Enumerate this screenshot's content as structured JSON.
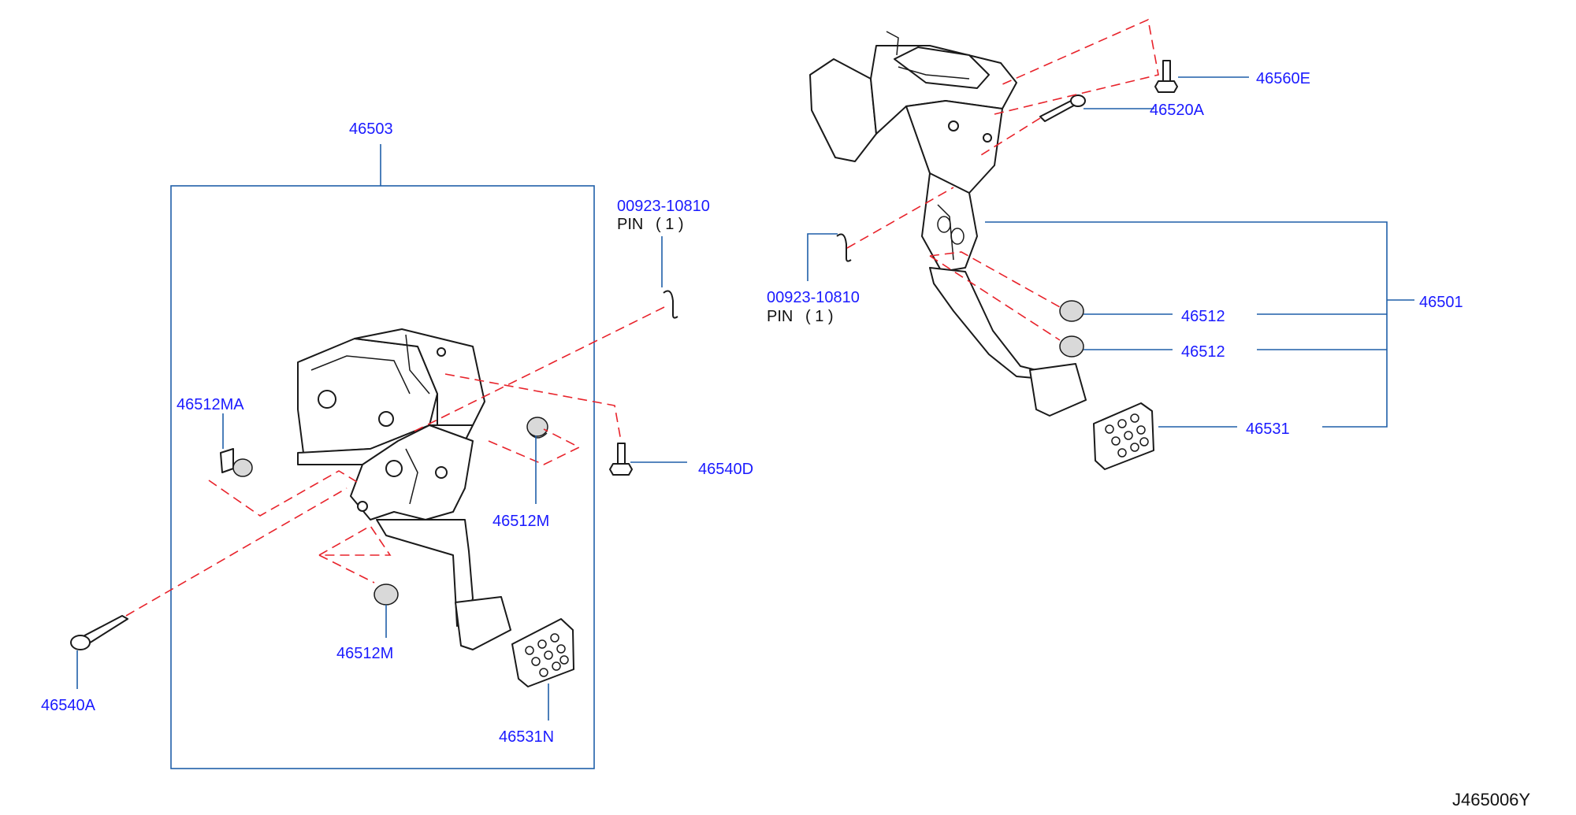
{
  "labels": {
    "assembly_left": "46503",
    "pin_part_left": "00923-10810",
    "pin_name_left": "PIN",
    "pin_qty_left": "( 1 )",
    "stopper_ma": "46512MA",
    "stopper_m_upper": "46512M",
    "stopper_m_lower": "46512M",
    "bolt_46540d": "46540D",
    "bolt_46540a": "46540A",
    "pad_46531n": "46531N",
    "bolt_46560e": "46560E",
    "bolt_46520a": "46520A",
    "pin_part_right": "00923-10810",
    "pin_name_right": "PIN",
    "pin_qty_right": "( 1 )",
    "assembly_right": "46501",
    "stopper_upper": "46512",
    "stopper_lower": "46512",
    "pad_46531": "46531"
  },
  "diagram_code": "J465006Y",
  "colors": {
    "label_text": "#1a1aff",
    "leader_line": "#1f5fa8",
    "dashed_line": "#e8232b",
    "part_outline": "#1a1a1a"
  }
}
